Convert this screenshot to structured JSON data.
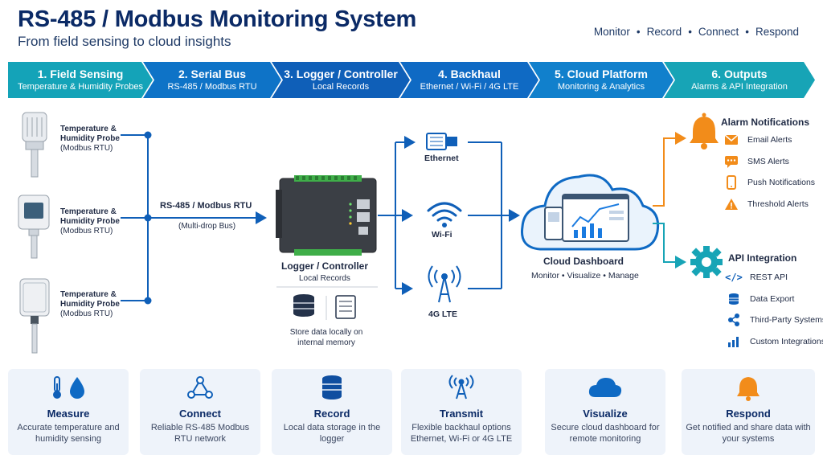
{
  "header": {
    "title": "RS-485 / Modbus Monitoring System",
    "subtitle": "From field sensing to cloud insights",
    "tagline": [
      "Monitor",
      "Record",
      "Connect",
      "Respond"
    ]
  },
  "stages": [
    {
      "title": "1. Field Sensing",
      "sub": "Temperature & Humidity Probes",
      "color": "#14a3b8"
    },
    {
      "title": "2. Serial Bus",
      "sub": "RS-485 / Modbus RTU",
      "color": "#0e73c7"
    },
    {
      "title": "3. Logger / Controller",
      "sub": "Local Records",
      "color": "#0f5fb8"
    },
    {
      "title": "4. Backhaul",
      "sub": "Ethernet / Wi-Fi / 4G LTE",
      "color": "#0f6ac4"
    },
    {
      "title": "5. Cloud Platform",
      "sub": "Monitoring & Analytics",
      "color": "#1180cc"
    },
    {
      "title": "6. Outputs",
      "sub": "Alarms & API Integration",
      "color": "#17a4b6"
    }
  ],
  "probes": [
    {
      "title": "Temperature & Humidity Probe",
      "proto": "(Modbus RTU)"
    },
    {
      "title": "Temperature & Humidity Probe",
      "proto": "(Modbus RTU)"
    },
    {
      "title": "Temperature & Humidity Probe",
      "proto": "(Modbus RTU)"
    }
  ],
  "bus": {
    "label": "RS-485 / Modbus RTU",
    "note": "(Multi-drop Bus)"
  },
  "logger": {
    "title": "Logger / Controller",
    "sub": "Local Records",
    "storage_note": "Store data locally on internal memory"
  },
  "backhaul": {
    "ethernet": "Ethernet",
    "wifi": "Wi-Fi",
    "lte": "4G LTE"
  },
  "cloud": {
    "title": "Cloud Dashboard",
    "sub": "Monitor • Visualize • Manage"
  },
  "alarms": {
    "title": "Alarm Notifications",
    "items": [
      "Email Alerts",
      "SMS Alerts",
      "Push Notifications",
      "Threshold Alerts"
    ]
  },
  "api": {
    "title": "API Integration",
    "items": [
      "REST API",
      "Data Export",
      "Third-Party Systems",
      "Custom Integrations"
    ]
  },
  "cards": [
    {
      "title": "Measure",
      "desc": "Accurate temperature and humidity sensing"
    },
    {
      "title": "Connect",
      "desc": "Reliable RS-485 Modbus RTU network"
    },
    {
      "title": "Record",
      "desc": "Local data storage in the logger"
    },
    {
      "title": "Transmit",
      "desc": "Flexible backhaul options Ethernet, Wi-Fi or 4G LTE"
    },
    {
      "title": "Visualize",
      "desc": "Secure cloud dashboard for remote monitoring"
    },
    {
      "title": "Respond",
      "desc": "Get notified and share data with your systems"
    }
  ],
  "colors": {
    "primary": "#0f5fb8",
    "teal": "#17a4b6",
    "orange": "#f28c1a",
    "navy": "#0b2a66"
  }
}
